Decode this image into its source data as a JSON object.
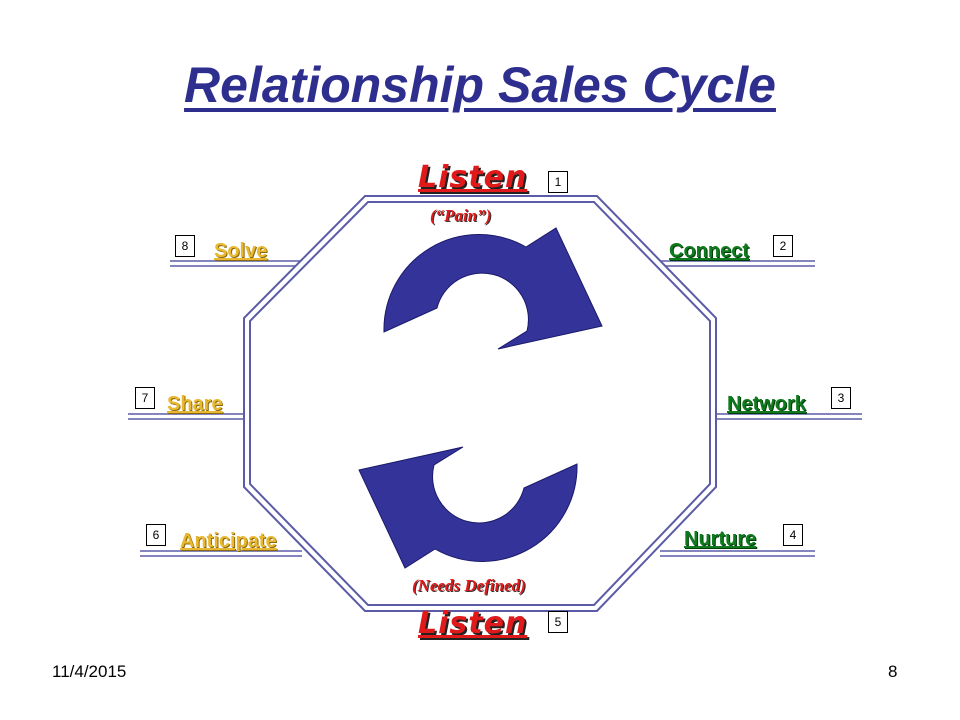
{
  "title": "Relationship Sales Cycle",
  "top": {
    "label": "Listen",
    "sub": "(“Pain”)",
    "number": "1"
  },
  "bottom": {
    "label": "Listen",
    "sub": "(Needs Defined)",
    "number": "5"
  },
  "right": [
    {
      "label": "Connect",
      "number": "2"
    },
    {
      "label": "Network",
      "number": "3"
    },
    {
      "label": "Nurture",
      "number": "4"
    }
  ],
  "left": [
    {
      "label": "Solve",
      "number": "8"
    },
    {
      "label": "Share",
      "number": "7"
    },
    {
      "label": "Anticipate",
      "number": "6"
    }
  ],
  "footer": {
    "date": "11/4/2015",
    "page": "8"
  },
  "colors": {
    "title": "#2E2E8F",
    "arrow": "#33339A",
    "octagon": "#5B5BA8",
    "listen": "#E01A1A",
    "left_labels": "#E8B830",
    "right_labels": "#0F7A1E"
  }
}
